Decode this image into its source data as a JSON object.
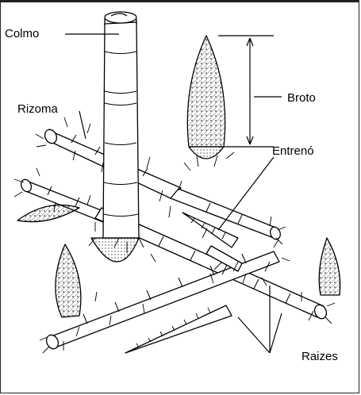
{
  "labels": {
    "colmo": "Colmo",
    "rizoma": "Rizoma",
    "broto": "Broto",
    "entreno": "Entrenó",
    "raizes": "Raizes"
  },
  "colors": {
    "ink": "#000000",
    "background": "#ffffff"
  }
}
